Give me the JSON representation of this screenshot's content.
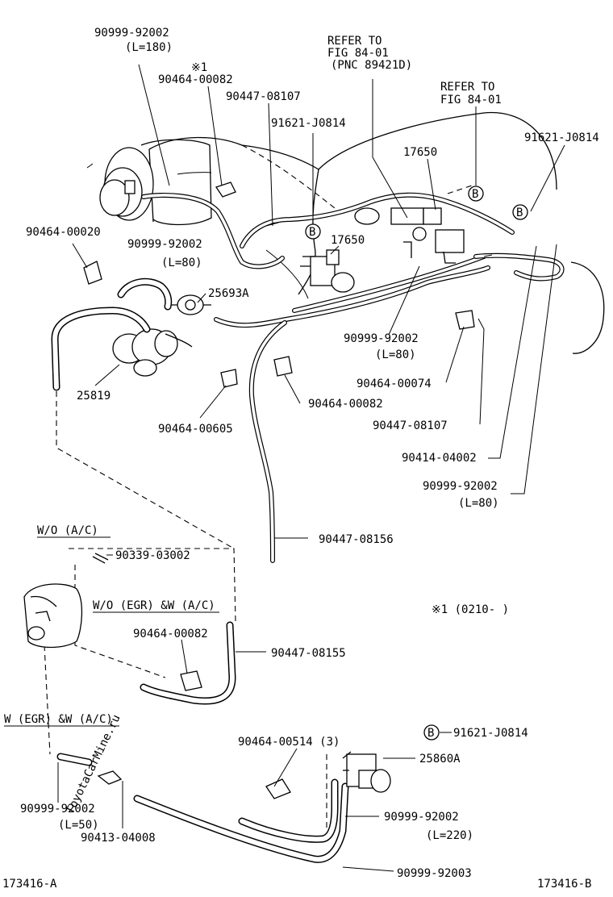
{
  "watermark": "ToyotaCarMine.ru",
  "callouts": {
    "c1": "90999-92002",
    "c1_len": "(L=180)",
    "c2_mark": "※1",
    "c2": "90464-00082",
    "c3": "90447-08107",
    "c4": "91621-J0814",
    "c5_line1": "REFER TO",
    "c5_line2": "FIG 84-01",
    "c5_line3": "(PNC 89421D)",
    "c6_line1": "REFER TO",
    "c6_line2": "FIG 84-01",
    "c7": "91621-J0814",
    "c8": "17650",
    "c9": "17650",
    "c10": "90464-00020",
    "c11": "90999-92002",
    "c11_len": "(L=80)",
    "c12": "25693A",
    "c13": "25819",
    "c14": "90999-92002",
    "c14_len": "(L=80)",
    "c15": "90464-00074",
    "c16": "90464-00082",
    "c17": "90447-08107",
    "c18": "90464-00605",
    "c19": "90414-04002",
    "c20": "90999-92002",
    "c20_len": "(L=80)",
    "c21": "90447-08156",
    "c22": "90339-03002",
    "c23": "90464-00082",
    "c24": "90447-08155",
    "c25": "91621-J0814",
    "c26": "90464-00514 (3)",
    "c27": "25860A",
    "c28": "90999-92002",
    "c28_len": "(L=220)",
    "c29": "90999-92002",
    "c29_len": "(L=50)",
    "c30": "90413-04008",
    "c31": "90999-92003"
  },
  "circle_marks": {
    "b1": "B",
    "b2": "B",
    "b3": "B",
    "b4": "B"
  },
  "conditions": {
    "wo_ac": "W/O (A/C)",
    "wo_egr_w_ac": "W/O (EGR) &W (A/C)",
    "w_egr_w_ac": "W (EGR) &W (A/C)",
    "note": "※1 (0210-        )"
  },
  "figure_ids": {
    "left": "173416-A",
    "right": "173416-B"
  }
}
